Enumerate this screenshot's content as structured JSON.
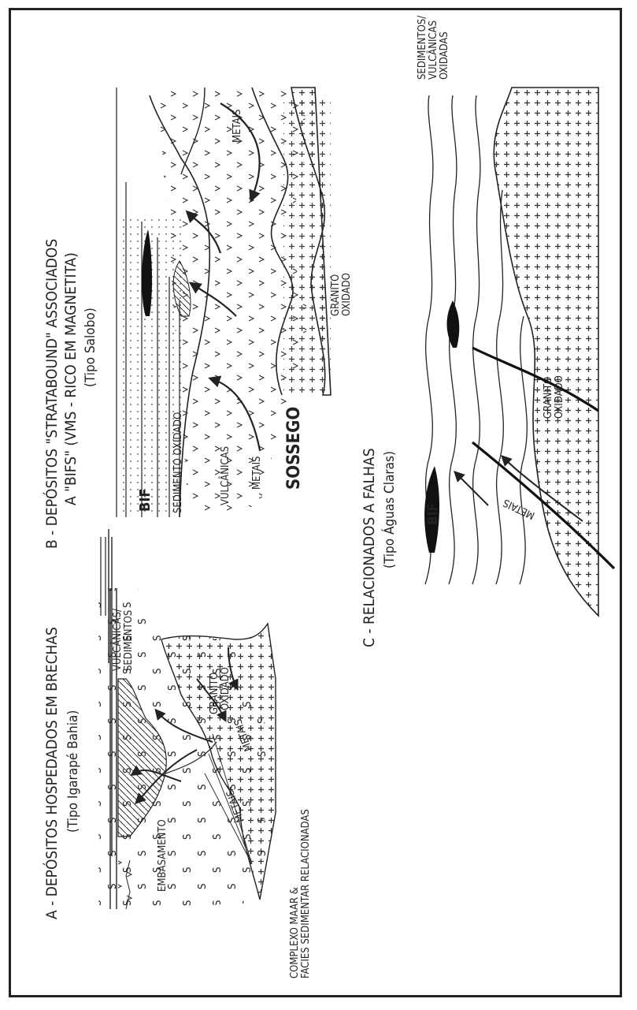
{
  "panel_a": {
    "title": "A - DEPÓSITOS HOSPEDADOS EM BRECHAS",
    "subtitle": "(Tipo Igarapé Bahia)",
    "labels": {
      "vulcanicas": "VULCÂNICAS/",
      "sedimentos": "SEDIMENTOS",
      "embasamento": "EMBASAMENTO",
      "granito": "GRANITO",
      "oxidado": "OXIDADO",
      "metais1": "METAIS",
      "metais2": "METAIS",
      "complexo1": "COMPLEXO MAAR &",
      "complexo2": "FACIES SEDIMENTAR RELACIONADAS"
    }
  },
  "panel_b": {
    "title": "B - DEPÓSITOS \"STRATABOUND\" ASSOCIADOS",
    "title2": "A \"BIFS\" (VMS - RICO EM MAGNETITA)",
    "subtitle": "(Tipo Salobo)",
    "labels": {
      "bif": "BIF",
      "sedimento": "SEDIMENTO OXIDADO",
      "vulcanicas": "VULCÂNICAS",
      "metais_left": "METAIS",
      "metais_right": "METAIS",
      "sossego": "SOSSEGO",
      "granito": "GRANITO",
      "oxidado": "OXIDADO"
    }
  },
  "panel_c": {
    "title": "C - RELACIONADOS A FALHAS",
    "subtitle": "(Tipo Águas Claras)",
    "labels": {
      "bif": "BIF",
      "metais": "METAIS",
      "granito": "GRANITO",
      "oxidado": "OXIDADO",
      "sed1": "SEDIMENTOS/",
      "sed2": "VULCÂNICAS",
      "sed3": "OXIDADAS"
    }
  }
}
